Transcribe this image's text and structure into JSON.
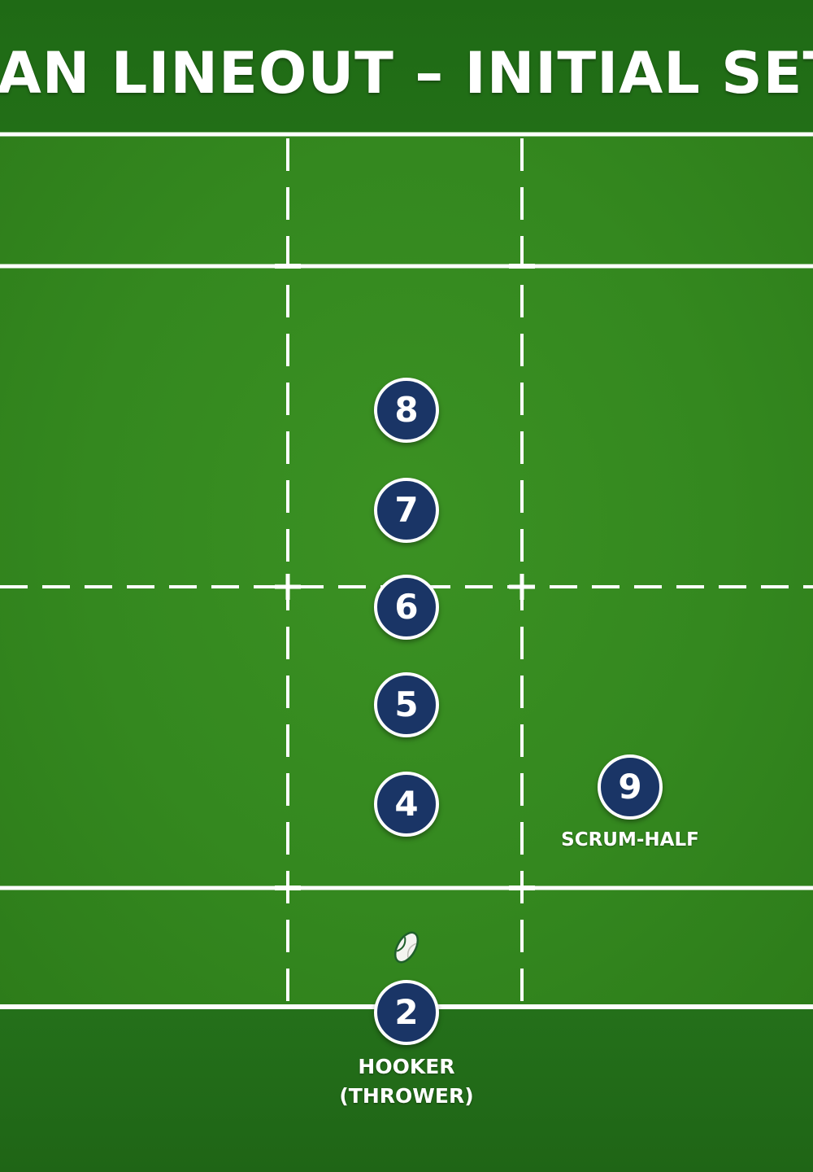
{
  "title": "-MAN LINEOUT – INITIAL SETU",
  "colors": {
    "grass": "#34881f",
    "title_band": "#226f17",
    "in_goal": "#1f6516",
    "player_fill": "#1a3566",
    "player_border": "#ffffff",
    "lines": "#ffffff"
  },
  "players": [
    {
      "number": "8"
    },
    {
      "number": "7"
    },
    {
      "number": "6"
    },
    {
      "number": "5"
    },
    {
      "number": "4"
    },
    {
      "number": "9",
      "label": "SCRUM-HALF"
    },
    {
      "number": "2",
      "label_line1": "HOOKER",
      "label_line2": "(THROWER)"
    }
  ],
  "ball": {
    "icon": "rugby-ball-icon"
  }
}
